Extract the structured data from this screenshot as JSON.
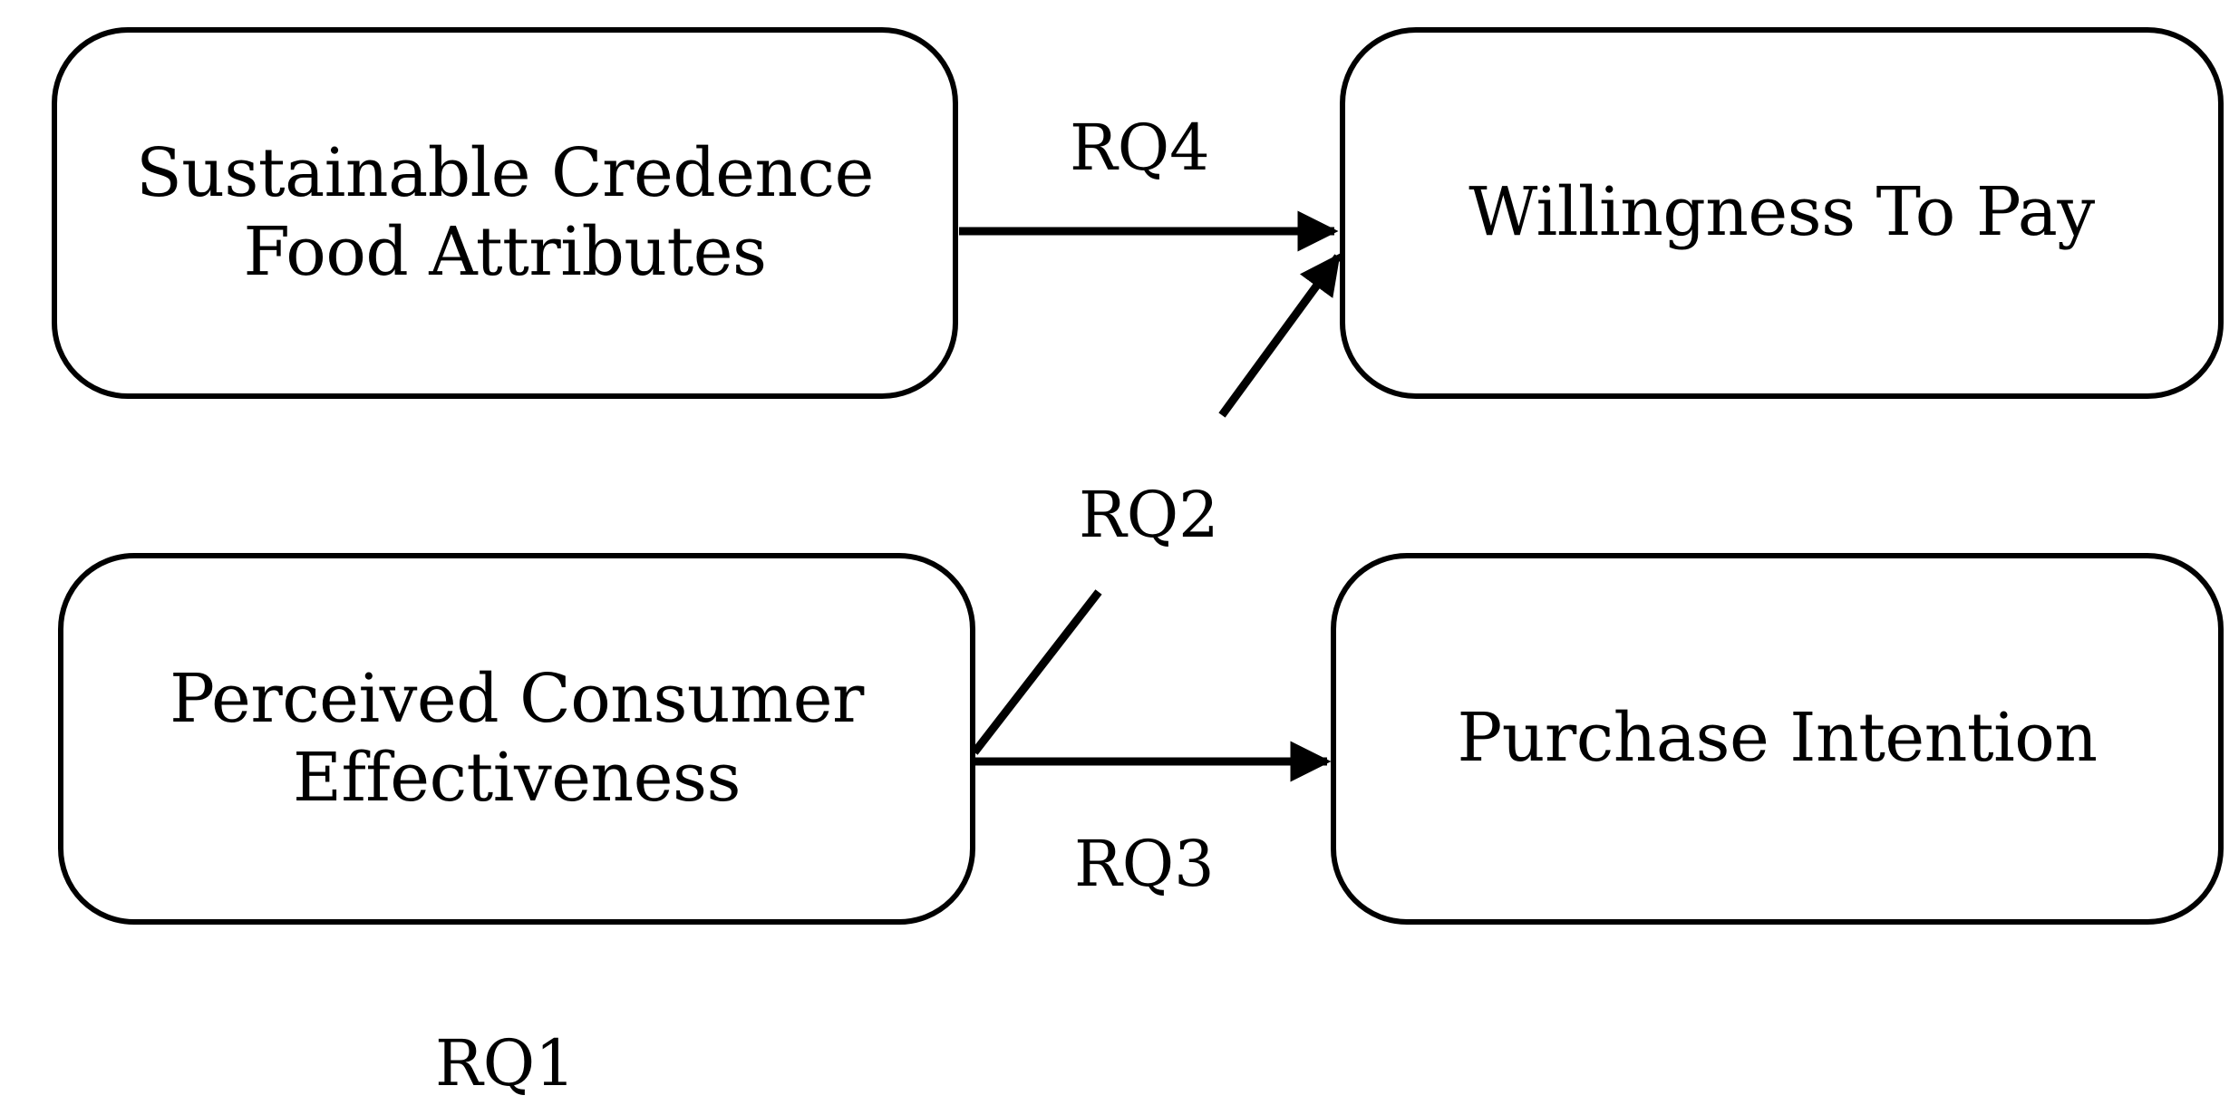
{
  "nodes": {
    "sustainable": {
      "label": "Sustainable Credence\nFood Attributes"
    },
    "willingness": {
      "label": "Willingness To Pay"
    },
    "perceived": {
      "label": "Perceived Consumer\nEffectiveness"
    },
    "purchase": {
      "label": "Purchase Intention"
    }
  },
  "edges": {
    "rq4": {
      "label": "RQ4",
      "from": "sustainable",
      "to": "willingness"
    },
    "rq2": {
      "label": "RQ2",
      "from": "perceived",
      "to": "willingness"
    },
    "rq3": {
      "label": "RQ3",
      "from": "perceived",
      "to": "purchase"
    }
  },
  "extra_labels": {
    "rq1": "RQ1"
  },
  "colors": {
    "stroke": "#000000",
    "background": "#ffffff"
  }
}
